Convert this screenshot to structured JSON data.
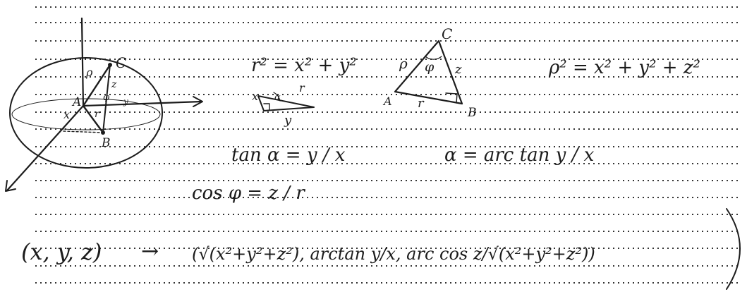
{
  "sphere_figure": {
    "points": {
      "origin": "A",
      "top": "C",
      "projection": "B"
    },
    "labels": {
      "rho": "ρ",
      "z": "z",
      "r": "r",
      "x": "x",
      "phi": "φ",
      "axis_note": "y"
    }
  },
  "triangle_xy": {
    "x": "x",
    "r": "r",
    "y": "y",
    "alpha": "α"
  },
  "triangle_rz": {
    "rho": "ρ",
    "phi": "φ",
    "z": "z",
    "r": "r",
    "vertex_a": "A",
    "vertex_b": "B",
    "vertex_c": "C"
  },
  "equations": {
    "r_squared": "r² = x² + y²",
    "rho_squared": "ρ² = x² + y² + z²",
    "tan_alpha": "tan α = y / x",
    "alpha_result": "α = arc tan y / x",
    "cos_phi": "cos φ = z / r",
    "transform_lhs": "(x, y, z)",
    "transform_arrow": "→",
    "transform_rhs": "(√(x²+y²+z²), arctan y/x, arc cos z/√(x²+y²+z²))"
  }
}
